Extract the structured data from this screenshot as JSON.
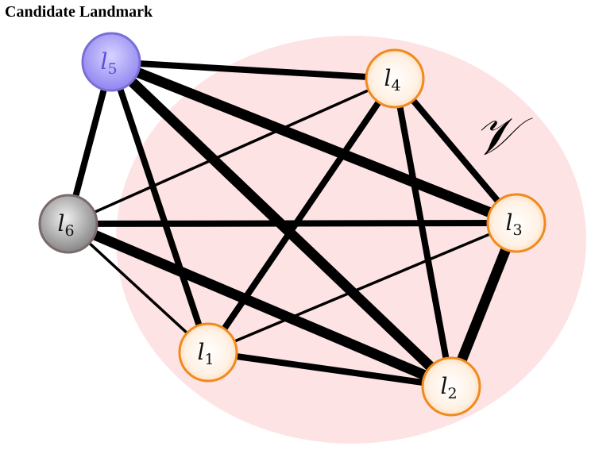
{
  "title": "Candidate Landmark",
  "set_label": "𝒱",
  "colors": {
    "region": "#fde3e4",
    "landmark_stroke": "#f08a1c",
    "candidate_fill": "#8f85f0",
    "candidate_stroke": "#7a6fd6",
    "candidate_text": "#5a4fd6",
    "excluded_fill": "#8a8a8a",
    "excluded_stroke": "#7c6a6a",
    "edge": "#000000"
  },
  "nodes": [
    {
      "id": "l1",
      "base": "l",
      "sub": "1",
      "kind": "landmark"
    },
    {
      "id": "l2",
      "base": "l",
      "sub": "2",
      "kind": "landmark"
    },
    {
      "id": "l3",
      "base": "l",
      "sub": "3",
      "kind": "landmark"
    },
    {
      "id": "l4",
      "base": "l",
      "sub": "4",
      "kind": "landmark"
    },
    {
      "id": "l5",
      "base": "l",
      "sub": "5",
      "kind": "candidate"
    },
    {
      "id": "l6",
      "base": "l",
      "sub": "6",
      "kind": "excluded"
    }
  ],
  "edges": [
    {
      "from": "l5",
      "to": "l4",
      "weight": 3
    },
    {
      "from": "l5",
      "to": "l3",
      "weight": 5
    },
    {
      "from": "l5",
      "to": "l2",
      "weight": 5
    },
    {
      "from": "l5",
      "to": "l1",
      "weight": 3
    },
    {
      "from": "l5",
      "to": "l6",
      "weight": 3
    },
    {
      "from": "l6",
      "to": "l4",
      "weight": 1
    },
    {
      "from": "l6",
      "to": "l3",
      "weight": 3
    },
    {
      "from": "l6",
      "to": "l2",
      "weight": 5
    },
    {
      "from": "l6",
      "to": "l1",
      "weight": 1
    },
    {
      "from": "l4",
      "to": "l3",
      "weight": 3
    },
    {
      "from": "l4",
      "to": "l2",
      "weight": 3
    },
    {
      "from": "l4",
      "to": "l1",
      "weight": 3
    },
    {
      "from": "l3",
      "to": "l2",
      "weight": 5
    },
    {
      "from": "l3",
      "to": "l1",
      "weight": 1
    },
    {
      "from": "l1",
      "to": "l2",
      "weight": 3
    }
  ]
}
